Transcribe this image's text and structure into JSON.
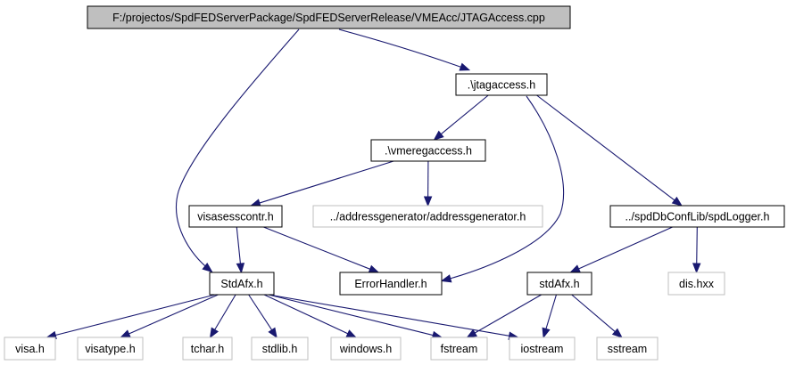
{
  "graph": {
    "nodes": [
      {
        "id": "root",
        "label": "F:/projectos/SpdFEDServerPackage/SpdFEDServerRelease/VMEAcc/JTAGAccess.cpp",
        "kind": "root"
      },
      {
        "id": "jtagaccess",
        "label": ".\\jtagaccess.h",
        "kind": "normal"
      },
      {
        "id": "vmeregaccess",
        "label": ".\\vmeregaccess.h",
        "kind": "normal"
      },
      {
        "id": "visasesscontr",
        "label": "visasesscontr.h",
        "kind": "normal"
      },
      {
        "id": "addressgenerator",
        "label": "../addressgenerator/addressgenerator.h",
        "kind": "system"
      },
      {
        "id": "spdlogger",
        "label": "../spdDbConfLib/spdLogger.h",
        "kind": "normal"
      },
      {
        "id": "stdafx1",
        "label": "StdAfx.h",
        "kind": "normal"
      },
      {
        "id": "errorhandler",
        "label": "ErrorHandler.h",
        "kind": "normal"
      },
      {
        "id": "stdafx2",
        "label": "stdAfx.h",
        "kind": "normal"
      },
      {
        "id": "dis",
        "label": "dis.hxx",
        "kind": "system"
      },
      {
        "id": "visa",
        "label": "visa.h",
        "kind": "system"
      },
      {
        "id": "visatype",
        "label": "visatype.h",
        "kind": "system"
      },
      {
        "id": "tchar",
        "label": "tchar.h",
        "kind": "system"
      },
      {
        "id": "stdlib",
        "label": "stdlib.h",
        "kind": "system"
      },
      {
        "id": "windows",
        "label": "windows.h",
        "kind": "system"
      },
      {
        "id": "fstream",
        "label": "fstream",
        "kind": "system"
      },
      {
        "id": "iostream",
        "label": "iostream",
        "kind": "system"
      },
      {
        "id": "sstream",
        "label": "sstream",
        "kind": "system"
      }
    ],
    "edges": [
      {
        "from": "root",
        "to": "jtagaccess"
      },
      {
        "from": "root",
        "to": "stdafx1"
      },
      {
        "from": "jtagaccess",
        "to": "vmeregaccess"
      },
      {
        "from": "jtagaccess",
        "to": "errorhandler"
      },
      {
        "from": "jtagaccess",
        "to": "spdlogger"
      },
      {
        "from": "vmeregaccess",
        "to": "visasesscontr"
      },
      {
        "from": "vmeregaccess",
        "to": "addressgenerator"
      },
      {
        "from": "visasesscontr",
        "to": "stdafx1"
      },
      {
        "from": "visasesscontr",
        "to": "errorhandler"
      },
      {
        "from": "spdlogger",
        "to": "stdafx2"
      },
      {
        "from": "spdlogger",
        "to": "dis"
      },
      {
        "from": "stdafx1",
        "to": "visa"
      },
      {
        "from": "stdafx1",
        "to": "visatype"
      },
      {
        "from": "stdafx1",
        "to": "tchar"
      },
      {
        "from": "stdafx1",
        "to": "stdlib"
      },
      {
        "from": "stdafx1",
        "to": "windows"
      },
      {
        "from": "stdafx1",
        "to": "fstream"
      },
      {
        "from": "stdafx1",
        "to": "iostream"
      },
      {
        "from": "stdafx2",
        "to": "fstream"
      },
      {
        "from": "stdafx2",
        "to": "iostream"
      },
      {
        "from": "stdafx2",
        "to": "sstream"
      }
    ]
  }
}
